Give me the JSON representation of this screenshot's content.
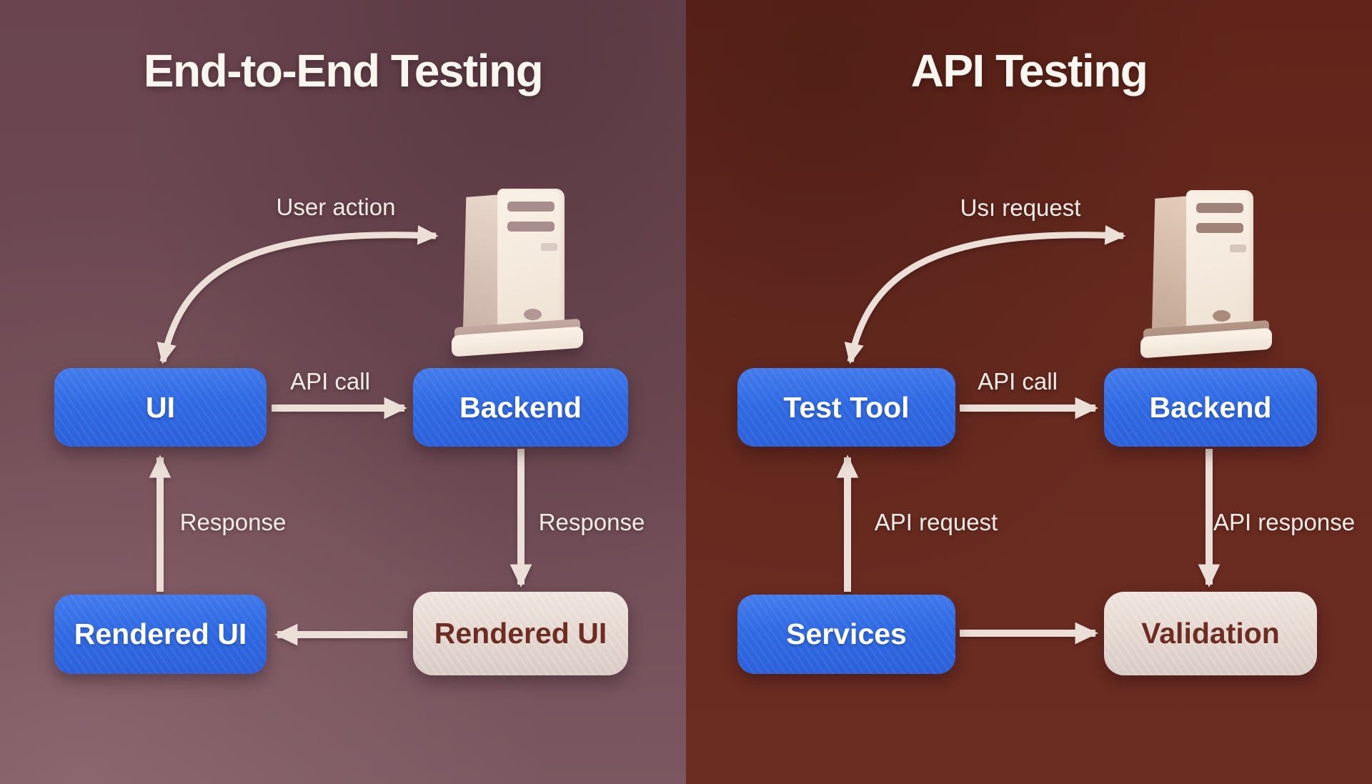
{
  "colors": {
    "left_background": "#6e4a53",
    "right_background": "#672920",
    "node_blue": "#2f6ae3",
    "node_cream": "#e3d6cf",
    "node_cream_text": "#6e2d22",
    "arrow": "#ecdfd7",
    "title_text": "#f9f5ef"
  },
  "left_panel": {
    "title": "End-to-End Testing",
    "server_icon": "server-tower-icon",
    "nodes": {
      "ui": "UI",
      "backend": "Backend",
      "rendered_ui_left": "Rendered UI",
      "rendered_ui_right": "Rendered UI"
    },
    "edges": {
      "user_action": "User action",
      "api_call": "API call",
      "response_left": "Response",
      "response_right": "Response"
    }
  },
  "right_panel": {
    "title": "API Testing",
    "server_icon": "server-tower-icon",
    "nodes": {
      "test_tool": "Test Tool",
      "backend": "Backend",
      "services": "Services",
      "validation": "Validation"
    },
    "edges": {
      "user_request": "Usı request",
      "api_call": "API call",
      "api_request": "API request",
      "api_response": "API response"
    }
  }
}
